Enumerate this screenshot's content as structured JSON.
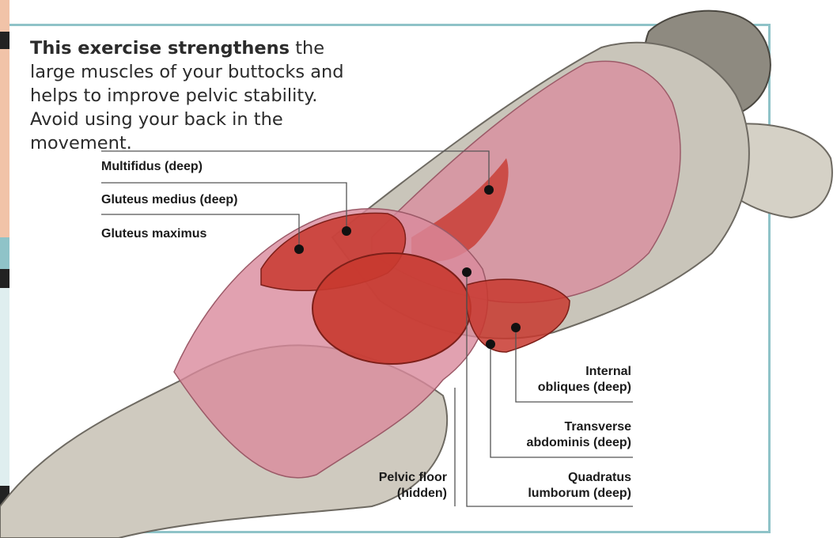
{
  "intro": {
    "bold": "This exercise strengthens",
    "rest": " the large muscles of your buttocks and helps to improve pelvic stability. Avoid using your back in the movement."
  },
  "labels": {
    "multifidus": "Multifidus (deep)",
    "gluteus_medius": "Gluteus medius (deep)",
    "gluteus_maximus": "Gluteus maximus",
    "internal_obliques": "Internal\nobliques (deep)",
    "transverse_abdominis": "Transverse\nabdominis (deep)",
    "quadratus_lumborum": "Quadratus\nlumborum (deep)",
    "pelvic_floor": "Pelvic floor\n(hidden)"
  },
  "colors": {
    "frame": "#8fc3c8",
    "muscle": "#c8382f",
    "skin_pink": "#d98a9c",
    "body_grey": "#bdb9ae",
    "leader": "#555555",
    "dot": "#111111"
  }
}
